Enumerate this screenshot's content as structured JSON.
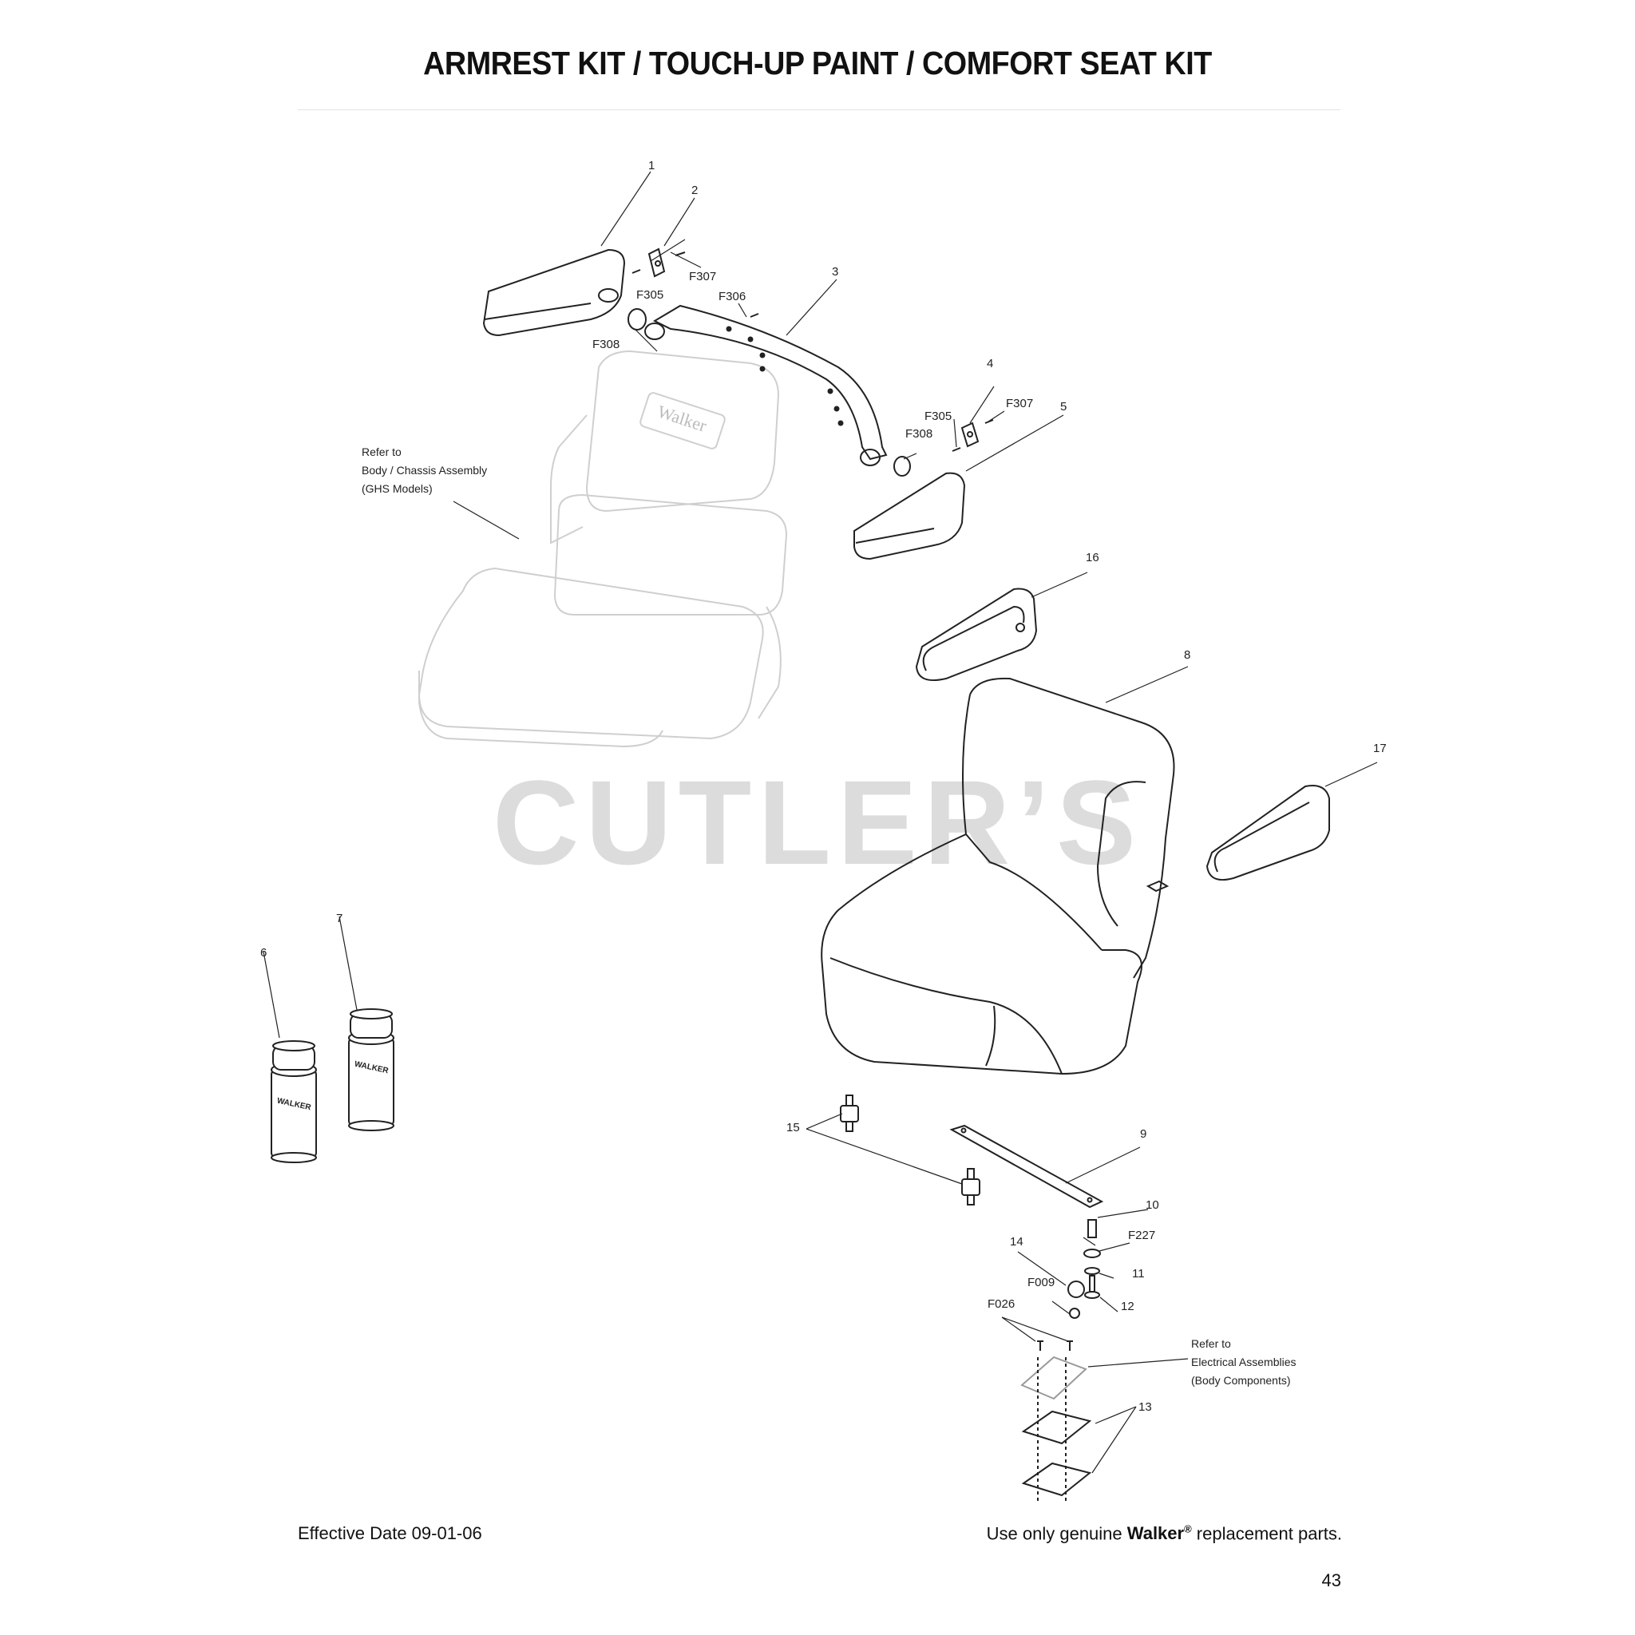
{
  "page": {
    "title": "ARMREST KIT / TOUCH-UP PAINT / COMFORT SEAT KIT",
    "watermark": "CUTLER’S",
    "footer": {
      "effective_date": "Effective Date 09-01-06",
      "notice_pre": "Use only genuine ",
      "notice_brand": "Walker",
      "notice_reg": "®",
      "notice_post": " replacement parts.",
      "page_number": "43"
    }
  },
  "diagram": {
    "seat_logo": "Walker",
    "can_label": "WALKER",
    "callouts": {
      "c1": "1",
      "c2": "2",
      "c3": "3",
      "c4": "4",
      "c5": "5",
      "c6": "6",
      "c7": "7",
      "c8": "8",
      "c9": "9",
      "c10": "10",
      "c11": "11",
      "c12": "12",
      "c13": "13",
      "c14": "14",
      "c15": "15",
      "c16": "16",
      "c17": "17",
      "f305a": "F305",
      "f307a": "F307",
      "f306": "F306",
      "f308a": "F308",
      "f305b": "F305",
      "f307b": "F307",
      "f308b": "F308",
      "f227": "F227",
      "f009": "F009",
      "f026": "F026"
    },
    "notes": {
      "body_chassis": [
        "Refer to",
        "Body / Chassis Assembly",
        "(GHS Models)"
      ],
      "electrical": [
        "Refer to",
        "Electrical Assemblies",
        "(Body Components)"
      ]
    }
  }
}
